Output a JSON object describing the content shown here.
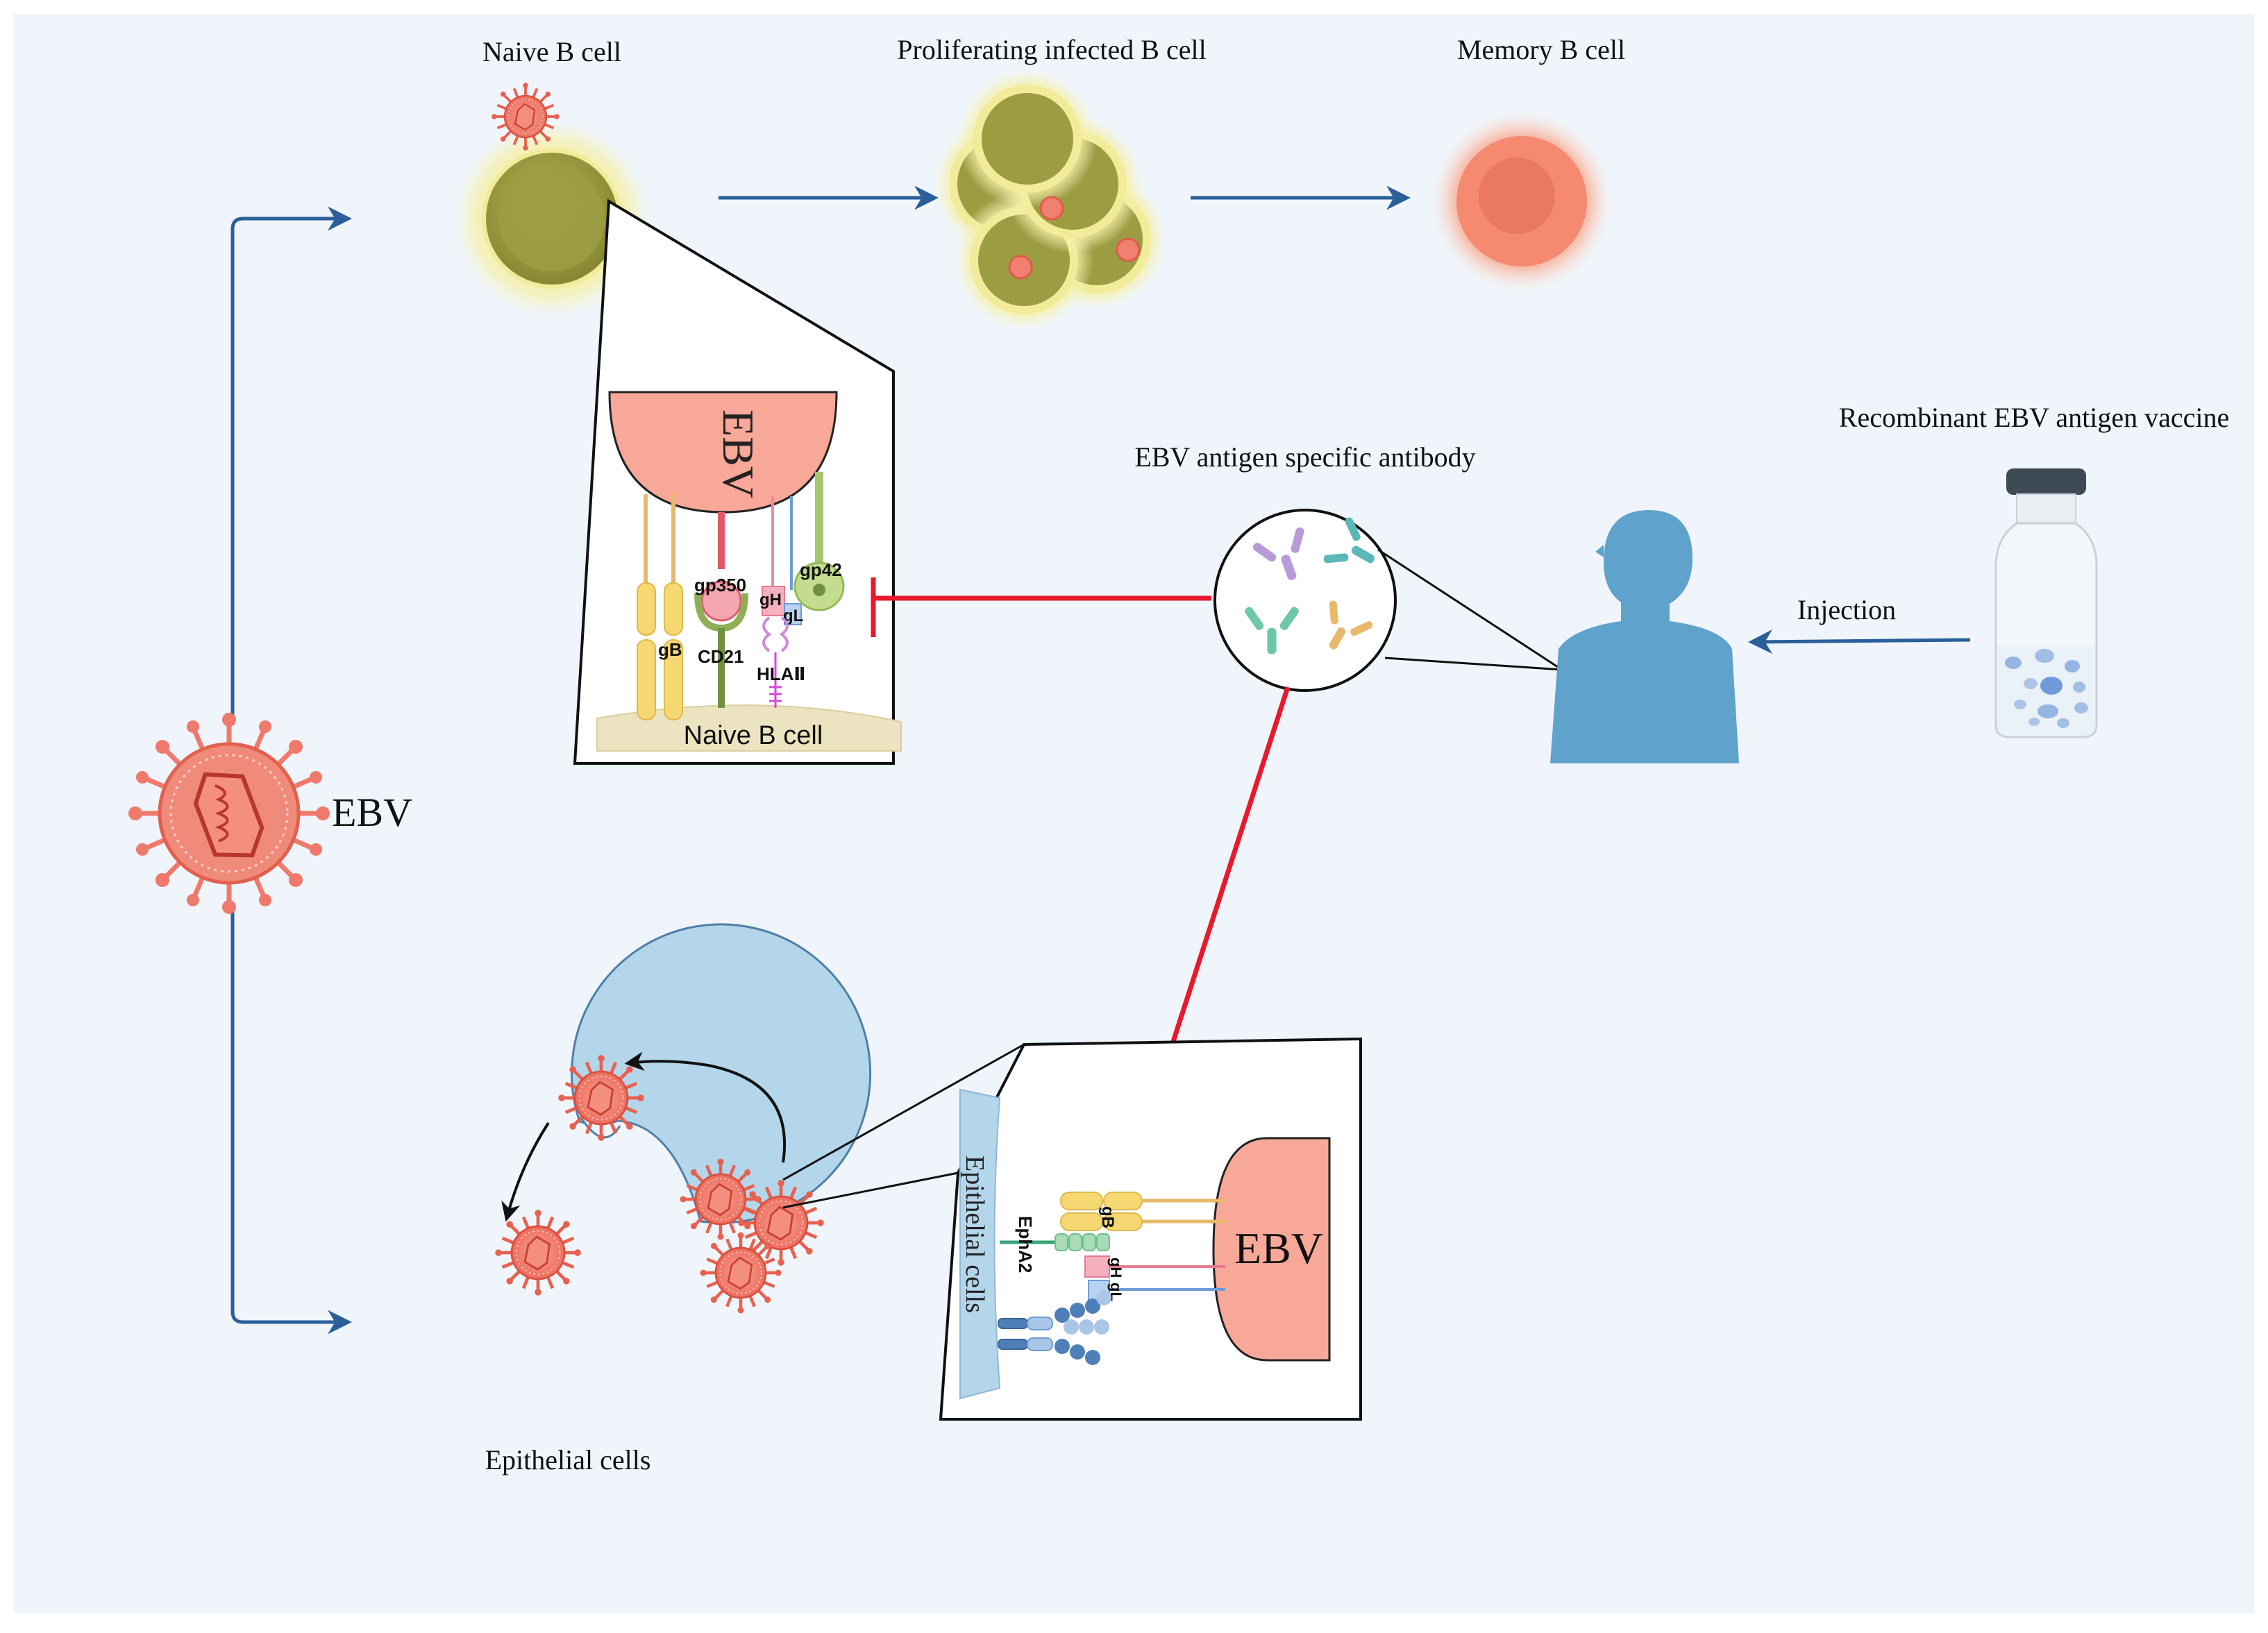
{
  "labels": {
    "ebv_virus": "EBV",
    "naive_b_cell": "Naive B cell",
    "proliferating_b_cell": "Proliferating infected B cell",
    "memory_b_cell": "Memory B cell",
    "recombinant_vaccine": "Recombinant EBV antigen vaccine",
    "antibody": "EBV antigen specific antibody",
    "injection": "Injection",
    "epithelial_cells": "Epithelial cells"
  },
  "b_cell_inset": {
    "virus_label": "EBV",
    "cell_label": "Naive B cell",
    "proteins": [
      "gB",
      "gp350",
      "CD21",
      "gH",
      "gL",
      "HLAⅡ",
      "gp42"
    ]
  },
  "epithelial_inset": {
    "virus_label": "EBV",
    "membrane_label": "Epithelial cells",
    "proteins": [
      "gB",
      "EphA2",
      "gH",
      "gL"
    ]
  },
  "colors": {
    "background": "#eff5fa",
    "arrow_blue": "#2a5f9a",
    "inhibit_red": "#e8192c",
    "virus": "#ef7a6b",
    "virus_inset": "#f8a898",
    "b_cell": "#9a9a42",
    "memory_cell": "#f58a70",
    "epithelial_cell": "#b3d6eb",
    "human": "#5fa3cc"
  }
}
